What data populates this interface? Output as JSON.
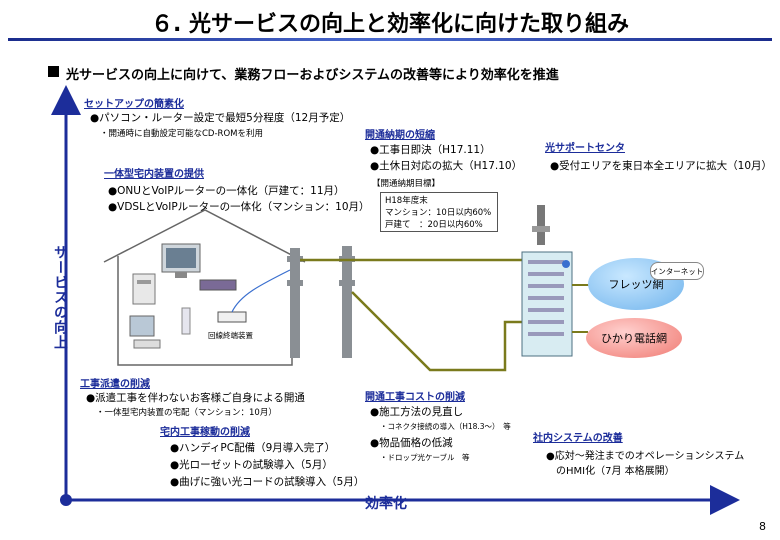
{
  "title": "６. 光サービスの向上と効率化に向けた取り組み",
  "subtitle": "光サービスの向上に向けて、業務フローおよびシステムの改善等により効率化を推進",
  "axis": {
    "y_label": "サービスの向上",
    "x_label": "効率化"
  },
  "page_number": "8",
  "sections": {
    "setup": {
      "heading": "セットアップの簡素化",
      "items": [
        "●パソコン・ルーター設定で最短5分程度（12月予定）"
      ],
      "notes": [
        "・開通時に自動設定可能なCD-ROMを利用"
      ]
    },
    "integrated": {
      "heading": "一体型宅内装置の提供",
      "items": [
        "●ONUとVoIPルーターの一体化（戸建て：11月）",
        "●VDSLとVoIPルーターの一体化（マンション：10月）"
      ]
    },
    "lead_time": {
      "heading": "開通納期の短縮",
      "items": [
        "●工事日即決（H17.11）",
        "●土休日対応の拡大（H17.10）"
      ],
      "target_label": "【開通納期目標】",
      "target_lines": [
        "H18年度末",
        "マンション：10日以内60%",
        "戸建て　：20日以内60%"
      ]
    },
    "support": {
      "heading": "光サポートセンタ",
      "items": [
        "●受付エリアを東日本全エリアに拡大（10月）"
      ]
    },
    "dispatch": {
      "heading": "工事派遣の削減",
      "items": [
        "●派遣工事を伴わないお客様ご自身による開通"
      ],
      "notes": [
        "・一体型宅内装置の宅配（マンション：10月）"
      ]
    },
    "indoor": {
      "heading": "宅内工事稼動の削減",
      "items": [
        "●ハンディPC配備（9月導入完了）",
        "●光ローゼットの試験導入（5月）",
        "●曲げに強い光コードの試験導入（5月）"
      ]
    },
    "cost": {
      "heading": "開通工事コストの削減",
      "items": [
        "●施工方法の見直し",
        "●物品価格の低減"
      ],
      "notes": [
        "・コネクタ接続の導入（H18.3～）　等",
        "・ドロップ光ケーブル　等"
      ]
    },
    "internal": {
      "heading": "社内システムの改善",
      "items": [
        "●応対～発注までのオペレーションシステム",
        "　のHMI化（7月 本格展開）"
      ]
    }
  },
  "diagram": {
    "device_label": "回線終端装置",
    "internet_badge": "インターネット",
    "flets_label": "フレッツ網",
    "hikari_label": "ひかり電話網"
  },
  "colors": {
    "accent": "#1c2d9a",
    "cable": "#7a7a1c",
    "axis": "#1c2d9a"
  }
}
